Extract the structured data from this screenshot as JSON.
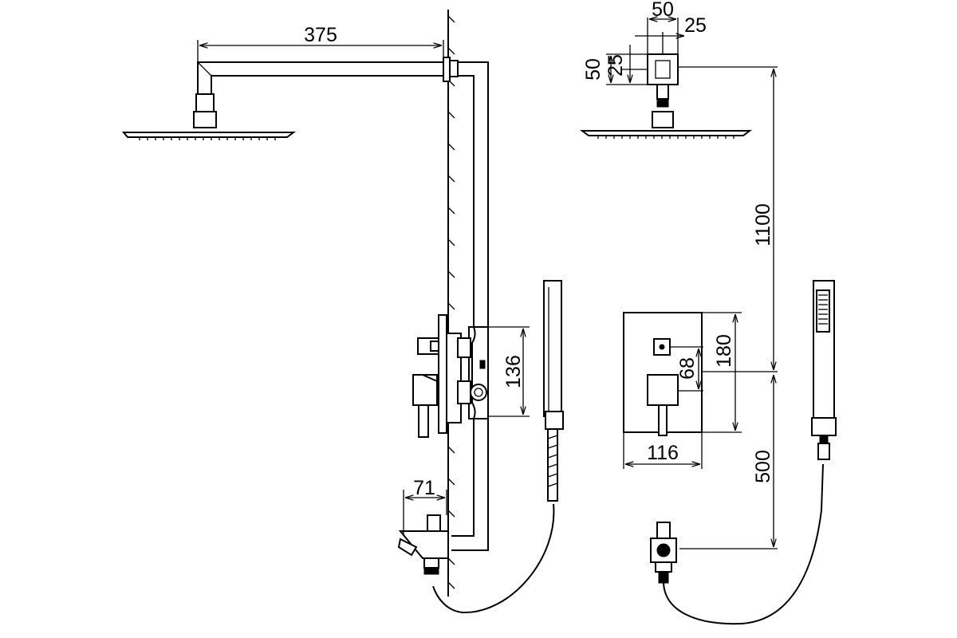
{
  "colors": {
    "ink": "#000000",
    "background": "#ffffff"
  },
  "dimensions": {
    "arm_length": "375",
    "head_square_outer": "50",
    "head_square_inner": "25",
    "head_height_outer": "50",
    "head_height_inner": "25",
    "mixer_height": "136",
    "spout_projection": "71",
    "shower_height": "1100",
    "outlet_height": "500",
    "plate_height": "180",
    "handle_offset": "68",
    "plate_width": "116"
  }
}
